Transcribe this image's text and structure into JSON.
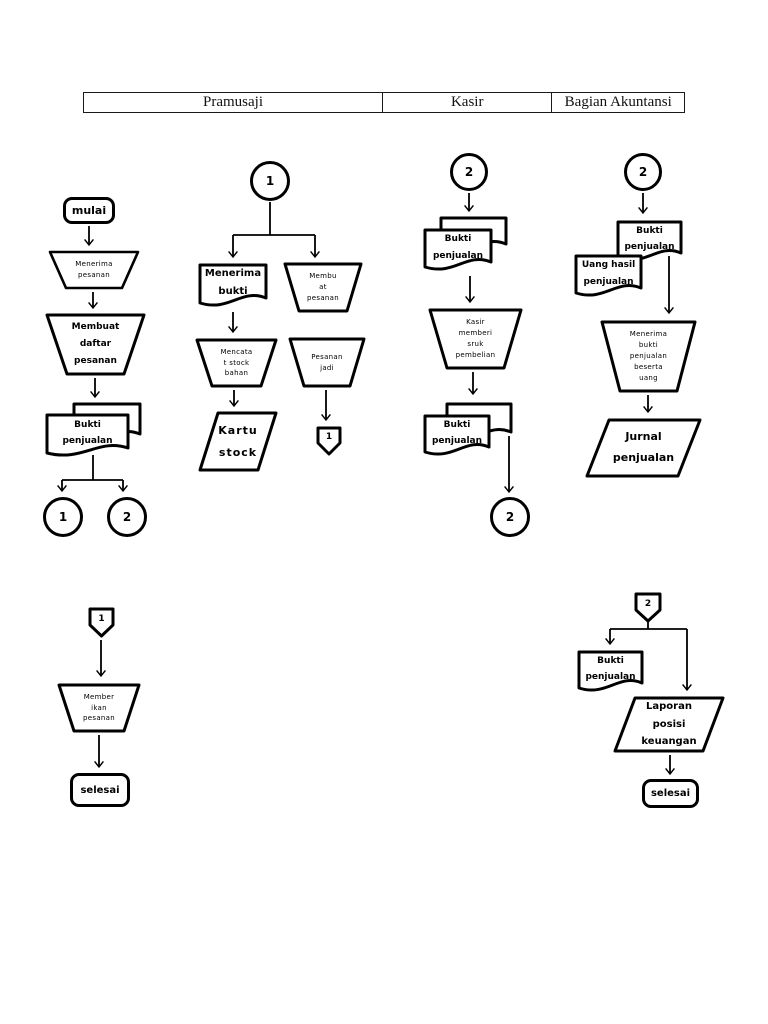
{
  "header": {
    "columns": [
      {
        "label": "Pramusaji"
      },
      {
        "label": "Kasir"
      },
      {
        "label": "Bagian Akuntansi"
      }
    ]
  },
  "pramusaji": {
    "start": "mulai",
    "menerima_pesanan": "Menerima\npesanan",
    "membuat_daftar": "Membuat\ndaftar\npesanan",
    "bukti_penjualan": "Bukti\npenjualan",
    "connector_1": "1",
    "connector_2": "2",
    "flow2": {
      "start_connector": "1",
      "menerima_bukti": "Menerima\nbukti",
      "membuat_pesanan": "Membu\nat\npesanan",
      "mencatat_stock": "Mencata\nt stock\nbahan",
      "kartu_stock": "Kartu\nstock",
      "pesanan_jadi": "Pesanan\njadi",
      "offpage_1": "1"
    },
    "flow3": {
      "offpage_1": "1",
      "memberikan_pesanan": "Member\nikan\npesanan",
      "end": "selesai"
    }
  },
  "kasir": {
    "start_connector": "2",
    "bukti_penjualan_in": "Bukti\npenjualan",
    "memberi_struk": "Kasir\nmemberi\nsruk\npembelian",
    "bukti_penjualan_out": "Bukti\npenjualan",
    "connector_2": "2"
  },
  "akuntansi": {
    "start_connector": "2",
    "bukti_penjualan": "Bukti\npenjualan",
    "uang_hasil": "Uang hasil\npenjualan",
    "menerima_bukti_uang": "Menerima\nbukti\npenjualan\nbeserta\nuang",
    "jurnal": "Jurnal\npenjualan",
    "flow2": {
      "offpage_2": "2",
      "bukti_penjualan": "Bukti\npenjualan",
      "laporan": "Laporan\nposisi\nkeuangan",
      "end": "selesai"
    }
  }
}
